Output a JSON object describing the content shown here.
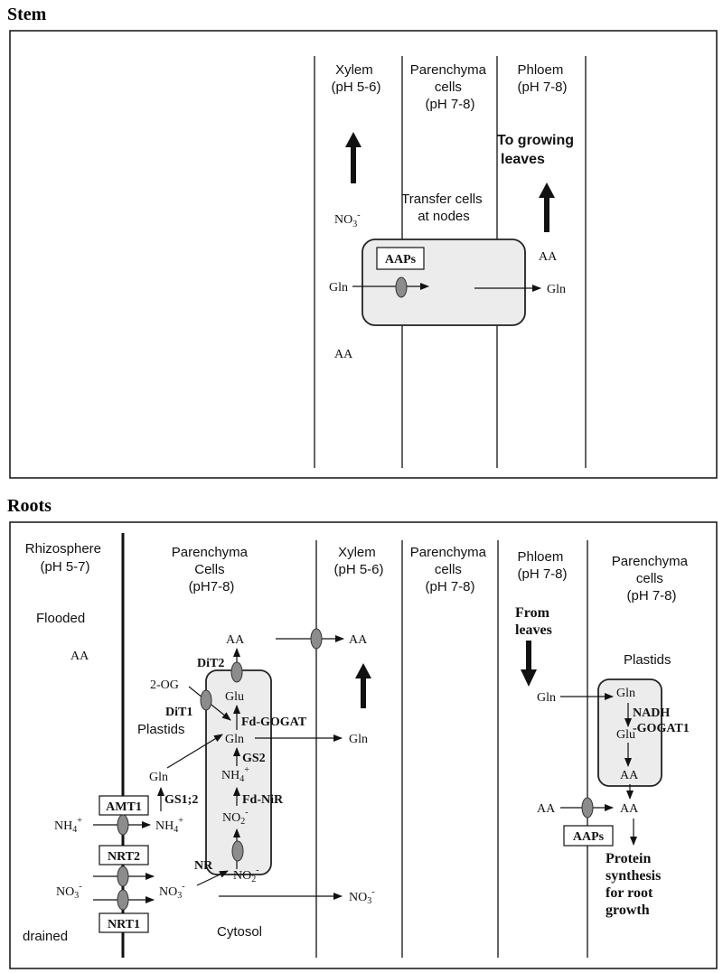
{
  "stem": {
    "title": "Stem",
    "xylem": [
      "Xylem",
      "(pH 5-6)"
    ],
    "parenchyma": [
      "Parenchyma",
      "cells",
      "(pH 7-8)"
    ],
    "phloem": [
      "Phloem",
      "(pH 7-8)"
    ],
    "to_growing_leaves": [
      "To growing",
      "leaves"
    ],
    "transfer_cells": [
      "Transfer cells",
      "at nodes"
    ],
    "no3": "NO",
    "no3_sub": "3",
    "no3_sup": "-",
    "aaps": "AAPs",
    "gln_left": "Gln",
    "gln_right": "Gln",
    "aa_phloem": "AA",
    "aa_xylem": "AA"
  },
  "roots": {
    "title": "Roots",
    "rhizosphere": [
      "Rhizosphere",
      "(pH 5-7)"
    ],
    "parenchyma_left": [
      "Parenchyma",
      "Cells",
      "(pH7-8)"
    ],
    "xylem": [
      "Xylem",
      "(pH 5-6)"
    ],
    "parenchyma_mid": [
      "Parenchyma",
      "cells",
      "(pH 7-8)"
    ],
    "phloem": [
      "Phloem",
      "(pH 7-8)"
    ],
    "parenchyma_right": [
      "Parenchyma",
      "cells",
      "(pH 7-8)"
    ],
    "flooded": "Flooded",
    "drained": "drained",
    "cytosol": "Cytosol",
    "plastids_left": "Plastids",
    "plastids_right": "Plastids",
    "from_leaves": [
      "From",
      "leaves"
    ],
    "aa_rhizo": "AA",
    "aa_top": "AA",
    "aa_xylem": "AA",
    "two_og": "2-OG",
    "dit2": "DiT2",
    "dit1": "DiT1",
    "glu": "Glu",
    "fd_gogat": "Fd-GOGAT",
    "gln_plastid": "Gln",
    "gln_xylem": "Gln",
    "gs2": "GS2",
    "nh4_plastid": "NH",
    "nh4_sub": "4",
    "nh4_sup": "+",
    "fd_nir": "Fd-NiR",
    "no2_plastid": "NO",
    "no2_sub": "2",
    "no2_sup": "-",
    "gln_cyto": "Gln",
    "gs12": "GS1;2",
    "amt1": "AMT1",
    "nh4_out": "NH",
    "nh4_in": "NH",
    "nrt2": "NRT2",
    "nr": "NR",
    "no2_cyto": "NO",
    "no3_out": "NO",
    "no3_in": "NO",
    "no3_sub": "3",
    "no3_sup": "-",
    "no3_xylem": "NO",
    "nrt1": "NRT1",
    "gln_phloem": "Gln",
    "gln_right_plastid": "Gln",
    "nadh_gogat": [
      "NADH",
      "-GOGAT1"
    ],
    "glu_right": "Glu",
    "aa_right_plastid": "AA",
    "aa_phloem": "AA",
    "aa_right": "AA",
    "aaps": "AAPs",
    "protein_synthesis": [
      "Protein",
      "synthesis",
      "for root",
      "growth"
    ]
  }
}
